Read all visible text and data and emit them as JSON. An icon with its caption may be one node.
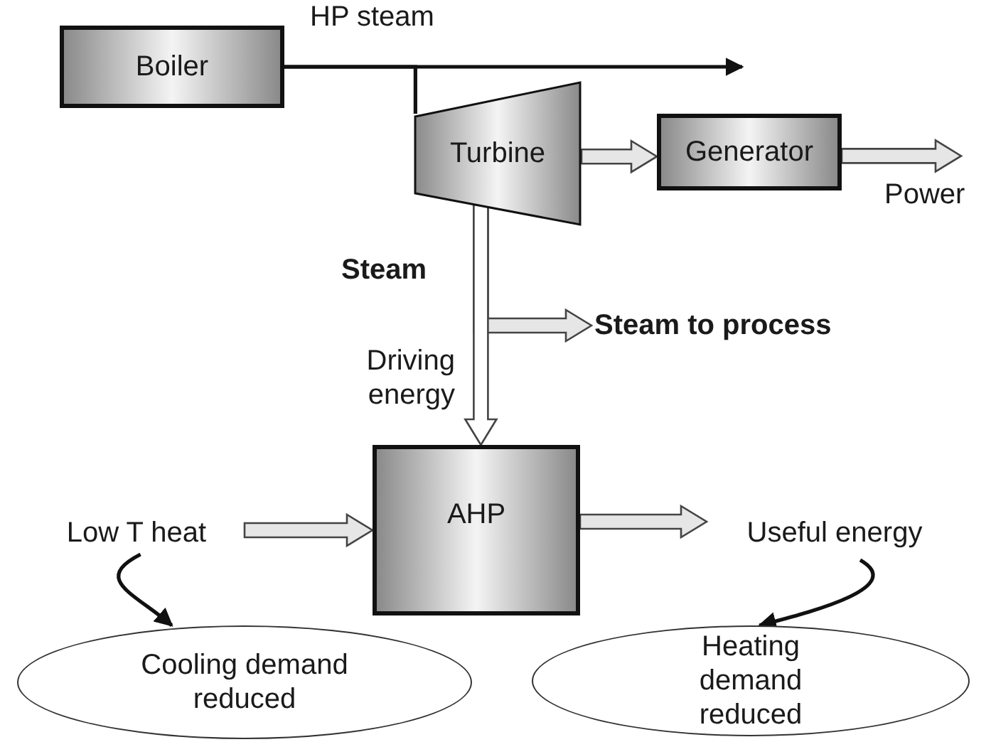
{
  "diagram": {
    "nodes": [
      {
        "text": [
          "Boiler"
        ]
      },
      {
        "text": [
          "Turbine"
        ]
      },
      {
        "text": [
          "Generator"
        ]
      },
      {
        "text": [
          "Steam to process"
        ]
      },
      {
        "text": [
          "AHP"
        ]
      },
      {
        "text": [
          "Low T heat"
        ]
      },
      {
        "text": [
          "Useful energy"
        ]
      },
      {
        "text": [
          "Cooling demand reduced"
        ]
      },
      {
        "text": [
          "Heating demand reduced"
        ]
      }
    ],
    "edges": [
      {
        "from": 0,
        "to": null,
        "arrow": "to",
        "label": "HP steam"
      },
      {
        "from": 0,
        "to": 1,
        "arrow": "none"
      },
      {
        "from": 1,
        "to": 2,
        "arrow": "to"
      },
      {
        "from": 2,
        "to": null,
        "arrow": "to"
      },
      {
        "from": 1,
        "to": 3,
        "arrow": "to"
      },
      {
        "from": 1,
        "to": 4,
        "arrow": "to",
        "label": "Driving energy"
      },
      {
        "from": 5,
        "to": 4,
        "arrow": "to"
      },
      {
        "from": 4,
        "to": 6,
        "arrow": "to"
      },
      {
        "from": 5,
        "to": 7,
        "arrow": "to"
      },
      {
        "from": 6,
        "to": 8,
        "arrow": "to"
      }
    ],
    "labels": [
      "Power",
      "Steam"
    ]
  }
}
